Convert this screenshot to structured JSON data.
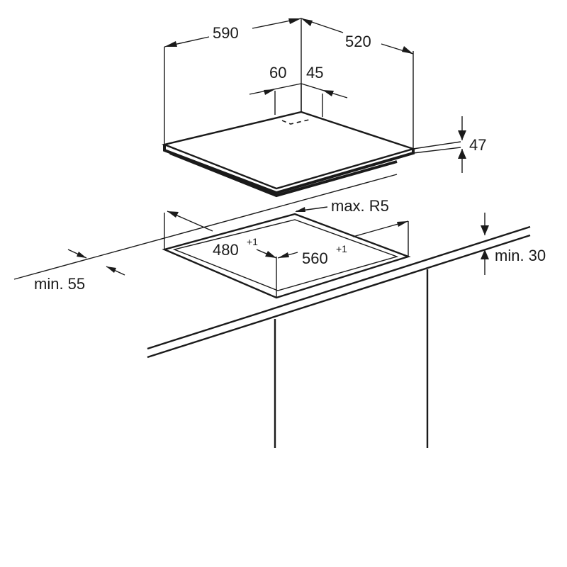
{
  "diagram": {
    "labels": {
      "width": "590",
      "depth": "520",
      "offset_left": "60",
      "offset_right": "45",
      "height": "47",
      "max_radius": "max. R5",
      "cutout_depth": "480",
      "cutout_depth_tol": "+1",
      "cutout_width": "560",
      "cutout_width_tol": "+1",
      "min_front": "min. 55",
      "min_top": "min. 30"
    },
    "colors": {
      "line": "#1a1a1a",
      "background": "#ffffff"
    }
  }
}
